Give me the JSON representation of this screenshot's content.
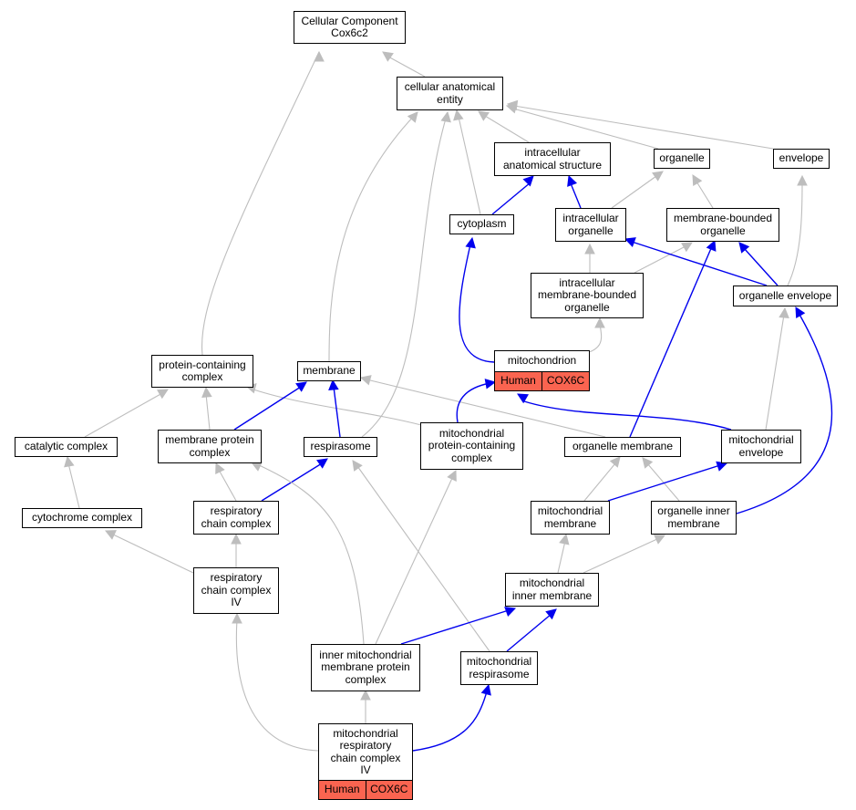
{
  "colors": {
    "is_a_edge": "#bdbdbd",
    "part_of_edge": "#0000ee",
    "annotation_fill": "#fa6450"
  },
  "nodes": {
    "root": {
      "label": "Cellular Component\nCox6c2"
    },
    "cae": {
      "label": "cellular anatomical\nentity"
    },
    "ias": {
      "label": "intracellular\nanatomical structure"
    },
    "organelle": {
      "label": "organelle"
    },
    "envelope": {
      "label": "envelope"
    },
    "cytoplasm": {
      "label": "cytoplasm"
    },
    "iorg": {
      "label": "intracellular\norganelle"
    },
    "mbo": {
      "label": "membrane-bounded\norganelle"
    },
    "imbo": {
      "label": "intracellular\nmembrane-bounded\norganelle"
    },
    "orgenv": {
      "label": "organelle envelope"
    },
    "pcc": {
      "label": "protein-containing\ncomplex"
    },
    "membrane": {
      "label": "membrane"
    },
    "mito": {
      "label": "mitochondrion",
      "species": "Human",
      "gene": "COX6C"
    },
    "catcx": {
      "label": "catalytic complex"
    },
    "mpc": {
      "label": "membrane protein\ncomplex"
    },
    "respirasome": {
      "label": "respirasome"
    },
    "mpcc": {
      "label": "mitochondrial\nprotein-containing\ncomplex"
    },
    "orgmem": {
      "label": "organelle membrane"
    },
    "mitoenv": {
      "label": "mitochondrial\nenvelope"
    },
    "cytcx": {
      "label": "cytochrome complex"
    },
    "rcc": {
      "label": "respiratory\nchain complex"
    },
    "mitomem": {
      "label": "mitochondrial\nmembrane"
    },
    "oim": {
      "label": "organelle inner\nmembrane"
    },
    "rcc4": {
      "label": "respiratory\nchain complex\nIV"
    },
    "mim": {
      "label": "mitochondrial\ninner membrane"
    },
    "impc": {
      "label": "inner mitochondrial\nmembrane protein\ncomplex"
    },
    "mresp": {
      "label": "mitochondrial\nrespirasome"
    },
    "mrcc4": {
      "label": "mitochondrial\nrespiratory\nchain complex\nIV",
      "species": "Human",
      "gene": "COX6C"
    }
  }
}
